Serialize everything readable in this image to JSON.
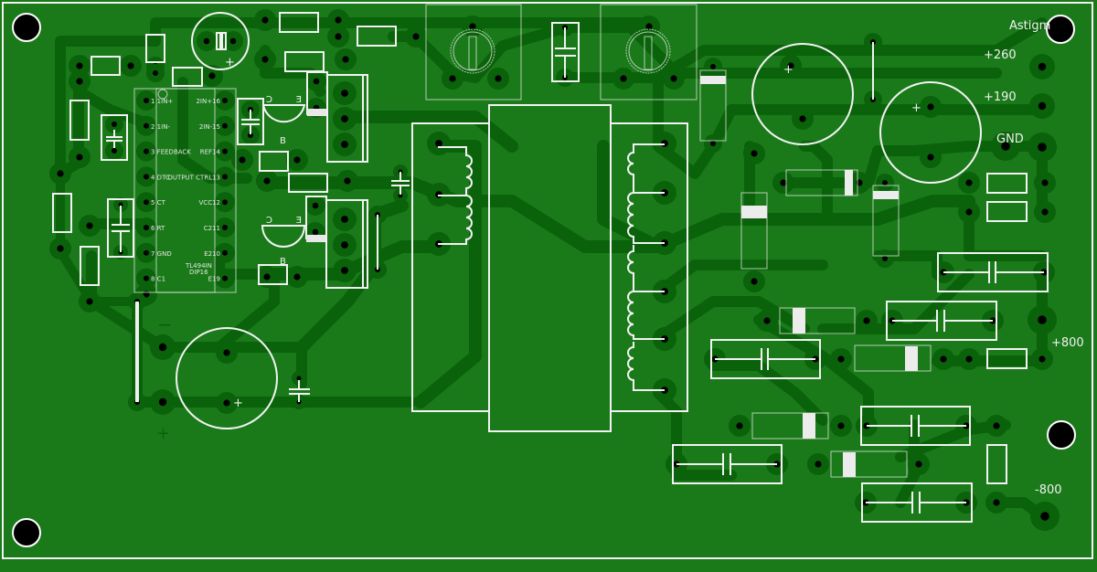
{
  "board": {
    "title_text": "Astigm",
    "colors": {
      "board": "#1a7a1a",
      "copper": "#0a620a",
      "silkscreen": "#f2f2f2",
      "drill": "#000000"
    }
  },
  "power_labels": {
    "plus260": "+260",
    "plus190": "+190",
    "gnd": "GND",
    "plus800": "+800",
    "minus800": "-800"
  },
  "input_polarity": {
    "minus": "−",
    "plus": "+"
  },
  "ic": {
    "part": "TL494IN",
    "package": "DIP16",
    "pins_left": [
      {
        "num": "1",
        "name": "1IN+"
      },
      {
        "num": "2",
        "name": "1IN-"
      },
      {
        "num": "3",
        "name": "FEEDBACK"
      },
      {
        "num": "4",
        "name": "DTC"
      },
      {
        "num": "5",
        "name": "CT"
      },
      {
        "num": "6",
        "name": "RT"
      },
      {
        "num": "7",
        "name": "GND"
      },
      {
        "num": "8",
        "name": "C1"
      }
    ],
    "pins_right": [
      {
        "num": "16",
        "name": "2IN+"
      },
      {
        "num": "15",
        "name": "2IN-"
      },
      {
        "num": "14",
        "name": "REF"
      },
      {
        "num": "13",
        "name": "OUTPUT CTRL"
      },
      {
        "num": "12",
        "name": "VCC"
      },
      {
        "num": "11",
        "name": "C2"
      },
      {
        "num": "10",
        "name": "E2"
      },
      {
        "num": "9",
        "name": "E1"
      }
    ]
  },
  "transistors": [
    {
      "c": "C",
      "e": "E",
      "b": "B"
    },
    {
      "c": "C",
      "e": "E",
      "b": "B"
    }
  ],
  "electrolytic_polarity": "+"
}
